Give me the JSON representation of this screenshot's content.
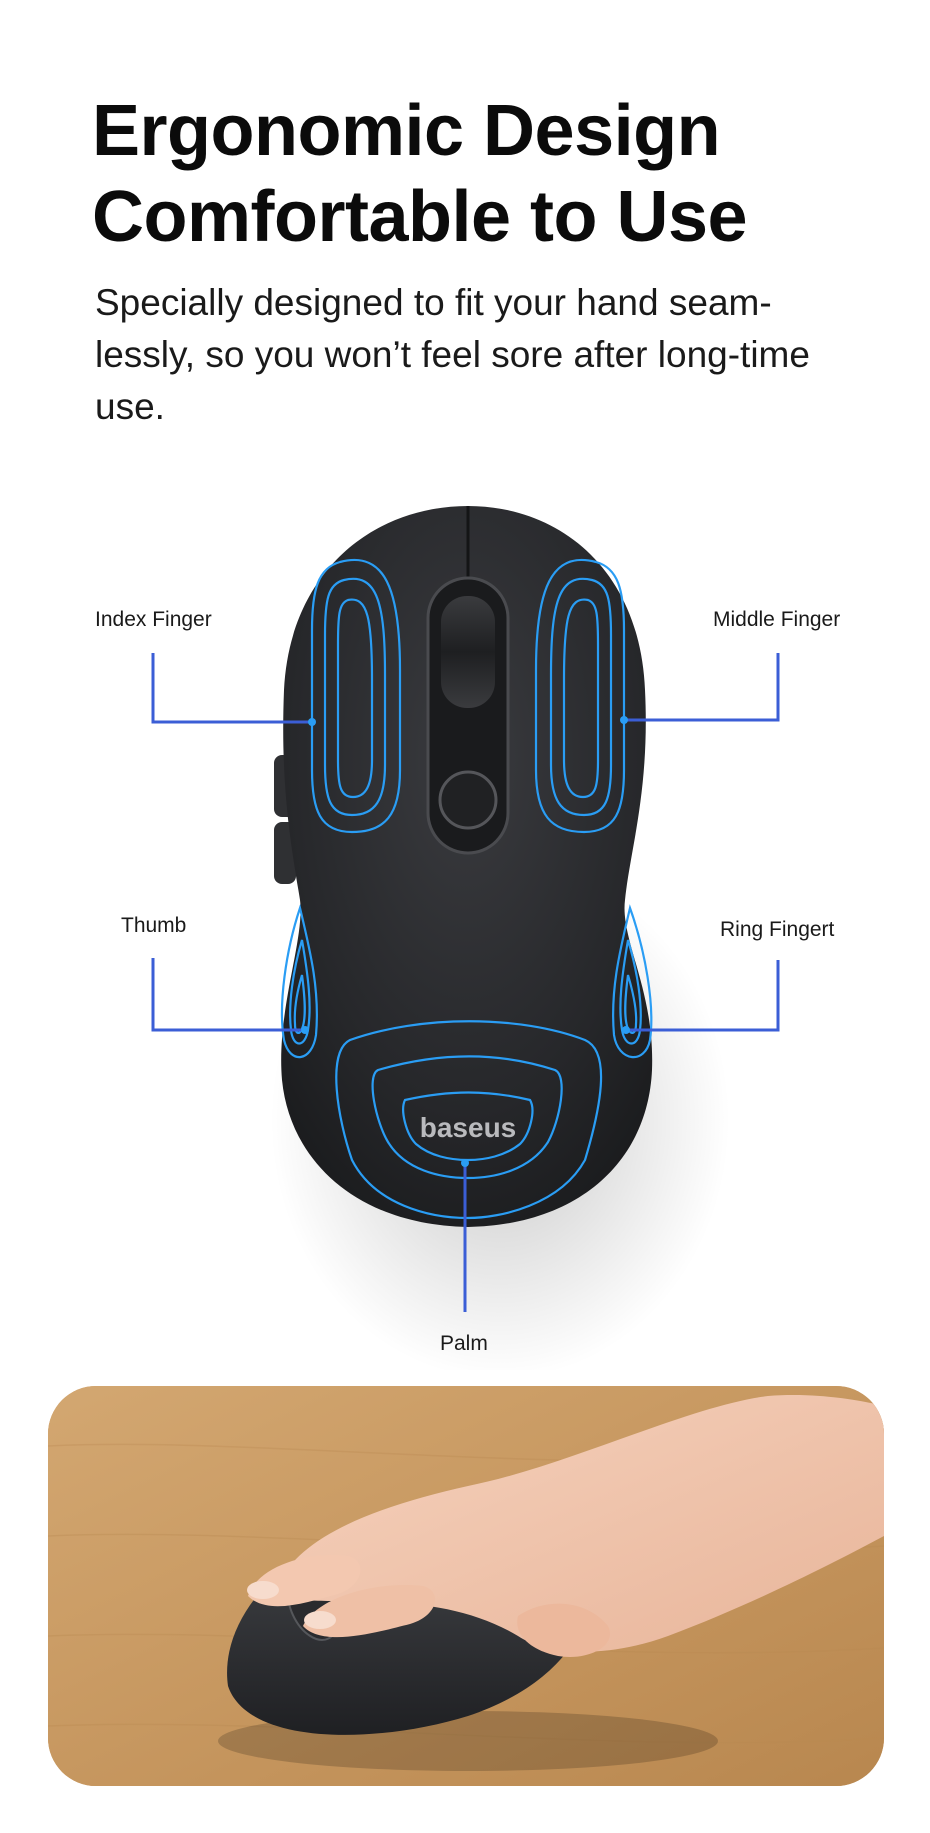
{
  "header": {
    "title_line1": "Ergonomic Design",
    "title_line2": "Comfortable to Use",
    "subtitle_line1": "Specially designed to fit your hand seam-",
    "subtitle_line2": "lessly, so you won’t feel sore after long-time",
    "subtitle_line3": "use."
  },
  "diagram": {
    "brand": "baseus",
    "labels": {
      "index": "Index Finger",
      "middle": "Middle Finger",
      "thumb": "Thumb",
      "ring": "Ring Fingert",
      "palm": "Palm"
    },
    "colors": {
      "callout_line": "#3b5ed6",
      "contour": "#2a9df4",
      "mouse_body": "#2b2c2f"
    }
  },
  "photo": {
    "description_icon": "hand-on-mouse-photo"
  }
}
